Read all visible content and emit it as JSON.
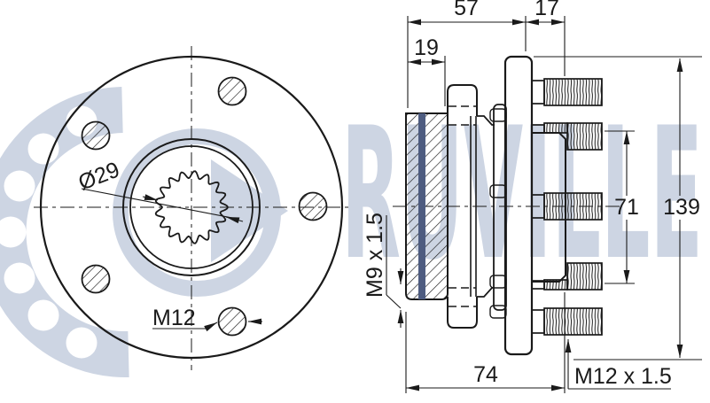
{
  "watermark": {
    "text": "RUVILLE",
    "color": "#cdd5e3"
  },
  "colors": {
    "line": "#1a1a1a",
    "background": "#ffffff",
    "encoder_stripe": "#4e5c80",
    "watermark": "#cdd5e3"
  },
  "front_view": {
    "labels": {
      "bore": "Ø29",
      "bolt": "M12"
    }
  },
  "side_view": {
    "labels": {
      "sensor_thread": "M9 x 1.5",
      "stud_thread": "M12 x 1.5"
    },
    "dimensions": {
      "d57": "57",
      "d17": "17",
      "d19": "19",
      "d71": "71",
      "d139": "139",
      "d74": "74"
    }
  }
}
